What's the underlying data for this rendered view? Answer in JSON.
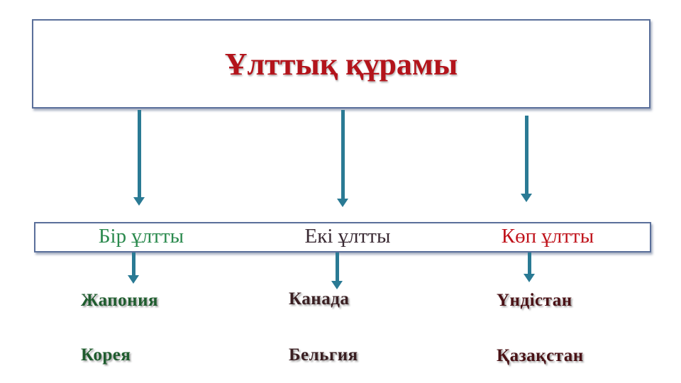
{
  "title": "Ұлттық құрамы",
  "categories": [
    {
      "label": "Бір ұлтты",
      "color": "#2b8a4e",
      "countries": [
        "Жапония",
        "Корея"
      ],
      "country_color": "#1f5c2e"
    },
    {
      "label": "Екі ұлтты",
      "color": "#3a2a33",
      "countries": [
        "Канада",
        "Бельгия"
      ],
      "country_color": "#3a1f22"
    },
    {
      "label": "Көп ұлтты",
      "color": "#c0141c",
      "countries": [
        "Үндістан",
        "Қазақстан"
      ],
      "country_color": "#4a1216"
    }
  ]
}
